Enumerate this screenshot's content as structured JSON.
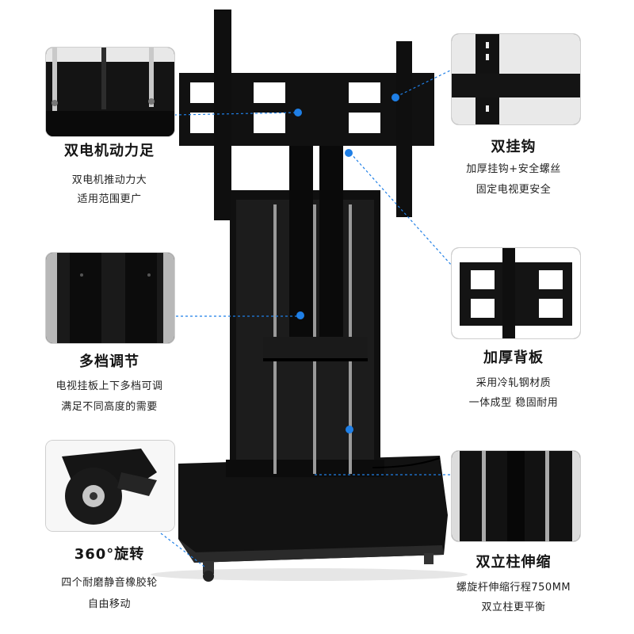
{
  "features": {
    "dual_motor": {
      "title": "双电机动力足",
      "line1": "双电机推动力大",
      "line2": "适用范围更广"
    },
    "dual_hook": {
      "title": "双挂钩",
      "line1": "加厚挂钩+安全螺丝",
      "line2": "固定电视更安全"
    },
    "multi_level": {
      "title": "多档调节",
      "line1": "电视挂板上下多档可调",
      "line2": "满足不同高度的需要"
    },
    "thick_back": {
      "title": "加厚背板",
      "line1": "采用冷轧钢材质",
      "line2": "一体成型 稳固耐用"
    },
    "rotation": {
      "title": "360°旋转",
      "line1": "四个耐磨静音橡胶轮",
      "line2": "自由移动"
    },
    "dual_column": {
      "title": "双立柱伸缩",
      "line1": "螺旋杆伸缩行程750MM",
      "line2": "双立柱更平衡"
    }
  },
  "colors": {
    "accent": "#1f7fe6",
    "product": "#141414",
    "background": "#ffffff"
  }
}
